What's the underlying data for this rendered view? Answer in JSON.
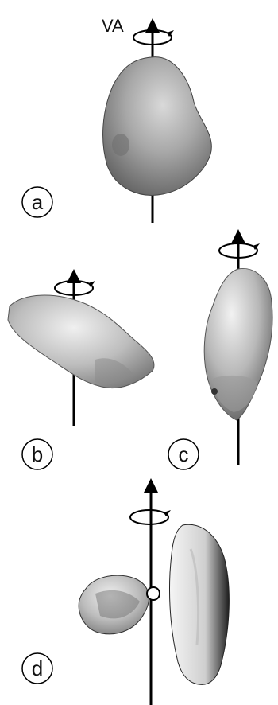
{
  "axis_label": "VA",
  "panels": [
    {
      "id": "a",
      "label": "a"
    },
    {
      "id": "b",
      "label": "b"
    },
    {
      "id": "c",
      "label": "c"
    },
    {
      "id": "d",
      "label": "d"
    }
  ]
}
